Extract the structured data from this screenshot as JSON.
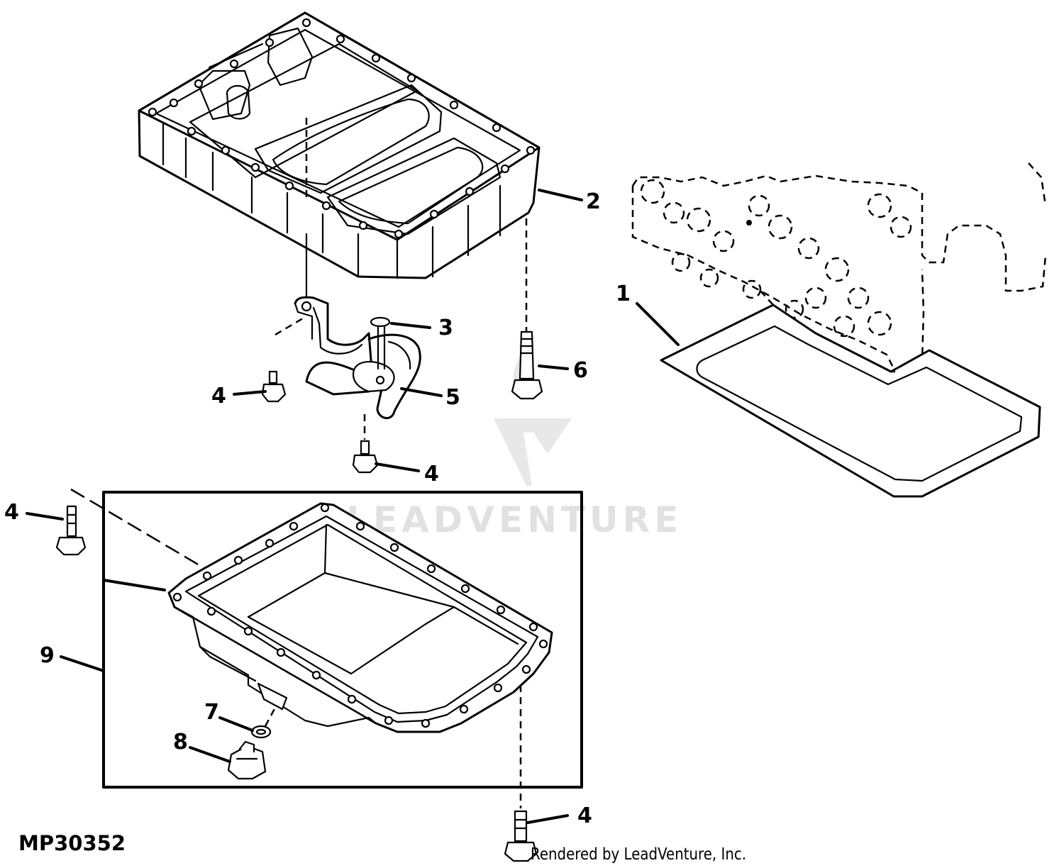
{
  "figure_id": "MP30352",
  "credit": "Rendered by LeadVenture, Inc.",
  "watermark": {
    "text": "LEADVENTURE",
    "logo_icon": "leadventure-logo-icon"
  },
  "callouts": {
    "c1": "1",
    "c2": "2",
    "c3": "3",
    "c4a": "4",
    "c4b": "4",
    "c4c": "4",
    "c4d": "4",
    "c5": "5",
    "c6": "6",
    "c7": "7",
    "c8": "8",
    "c9": "9"
  },
  "colors": {
    "line": "#000000",
    "background": "#ffffff",
    "watermark": "#d8d8d8"
  }
}
